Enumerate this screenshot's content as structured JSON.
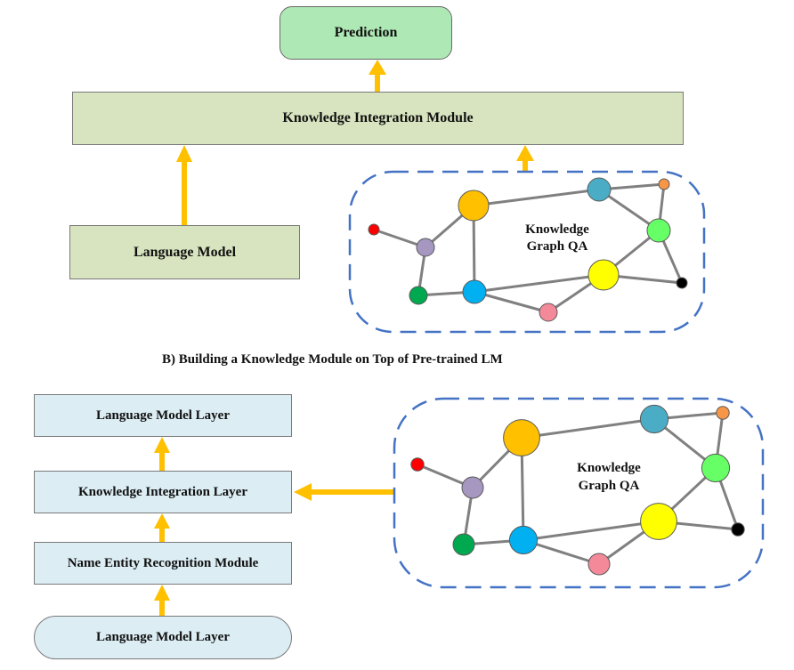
{
  "panel_a": {
    "prediction": "Prediction",
    "integration_module": "Knowledge Integration Module",
    "language_model": "Language Model",
    "graph_label_line1": "Knowledge",
    "graph_label_line2": "Graph QA"
  },
  "panel_b": {
    "caption": "B) Building a Knowledge Module on Top of Pre-trained LM",
    "lm_layer_top": "Language Model Layer",
    "integration_layer": "Knowledge Integration Layer",
    "ner_module": "Name Entity Recognition Module",
    "lm_layer_bottom": "Language Model Layer",
    "graph_label_line1": "Knowledge",
    "graph_label_line2": "Graph QA"
  },
  "colors": {
    "arrow": "#ffc000",
    "dash_border": "#4472c4",
    "edge": "#808080"
  },
  "graph": {
    "nodes": [
      {
        "id": "red",
        "color": "#ff0000",
        "size": "tiny"
      },
      {
        "id": "purple",
        "color": "#a597c0",
        "size": "small"
      },
      {
        "id": "orange-big",
        "color": "#ffc000",
        "size": "large"
      },
      {
        "id": "green-dark",
        "color": "#00a84f",
        "size": "small"
      },
      {
        "id": "blue",
        "color": "#00b0f0",
        "size": "medium"
      },
      {
        "id": "pink",
        "color": "#f4899a",
        "size": "small"
      },
      {
        "id": "teal",
        "color": "#4bacc6",
        "size": "medium"
      },
      {
        "id": "orange-small",
        "color": "#f79646",
        "size": "tiny"
      },
      {
        "id": "lime",
        "color": "#66ff66",
        "size": "medium"
      },
      {
        "id": "yellow",
        "color": "#ffff00",
        "size": "large"
      },
      {
        "id": "black",
        "color": "#000000",
        "size": "tiny"
      }
    ],
    "edges": [
      [
        "red",
        "purple"
      ],
      [
        "purple",
        "orange-big"
      ],
      [
        "purple",
        "green-dark"
      ],
      [
        "orange-big",
        "blue"
      ],
      [
        "orange-big",
        "teal"
      ],
      [
        "green-dark",
        "blue"
      ],
      [
        "blue",
        "yellow"
      ],
      [
        "blue",
        "pink"
      ],
      [
        "pink",
        "yellow"
      ],
      [
        "teal",
        "orange-small"
      ],
      [
        "teal",
        "lime"
      ],
      [
        "orange-small",
        "lime"
      ],
      [
        "lime",
        "yellow"
      ],
      [
        "lime",
        "black"
      ],
      [
        "yellow",
        "black"
      ]
    ]
  }
}
